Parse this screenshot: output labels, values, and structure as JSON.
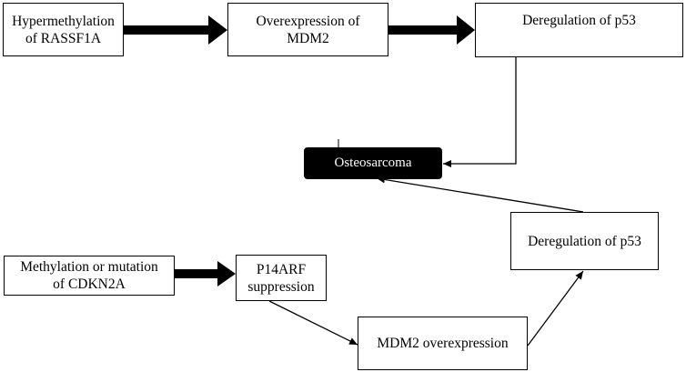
{
  "diagram": {
    "nodes": {
      "rassf1a": {
        "label": "Hypermethylation\nof RASSF1A"
      },
      "mdm2_top": {
        "label": "Overexpression of\nMDM2"
      },
      "p53_top": {
        "label": "Deregulation of p53"
      },
      "osteosarcoma": {
        "label": "Osteosarcoma"
      },
      "p53_bottom": {
        "label": "Deregulation of p53"
      },
      "cdkn2a": {
        "label": "Methylation or mutation\nof CDKN2A"
      },
      "p14arf": {
        "label": "P14ARF\nsuppression"
      },
      "mdm2_bottom": {
        "label": "MDM2 overexpression"
      }
    },
    "edges": [
      {
        "from": "rassf1a",
        "to": "mdm2_top",
        "style": "bold"
      },
      {
        "from": "mdm2_top",
        "to": "p53_top",
        "style": "bold"
      },
      {
        "from": "p53_top",
        "to": "osteosarcoma",
        "style": "thin"
      },
      {
        "from": "p53_bottom",
        "to": "osteosarcoma",
        "style": "thin"
      },
      {
        "from": "cdkn2a",
        "to": "p14arf",
        "style": "bold"
      },
      {
        "from": "p14arf",
        "to": "mdm2_bottom",
        "style": "thin"
      },
      {
        "from": "mdm2_bottom",
        "to": "p53_bottom",
        "style": "thin"
      }
    ],
    "colors": {
      "line": "#000000",
      "box_fill": "#ffffff",
      "highlight_fill": "#000000",
      "highlight_text": "#ffffff"
    }
  }
}
